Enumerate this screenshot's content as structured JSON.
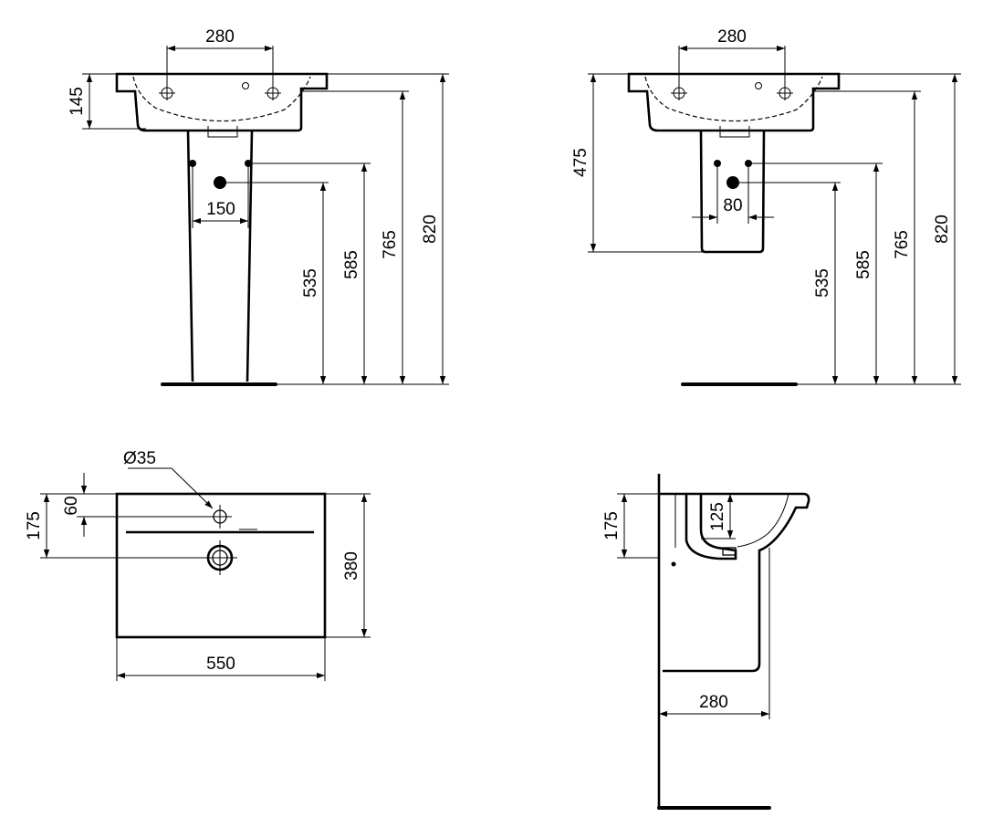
{
  "views": {
    "pedestal": {
      "tap_spacing": "280",
      "bowl_depth": "145",
      "inlet_spacing": "150",
      "waste_height": "535",
      "supply_height": "585",
      "bowl_height": "765",
      "rim_height": "820"
    },
    "semi_pedestal": {
      "tap_spacing": "280",
      "pedestal_drop": "475",
      "inlet_spacing": "80",
      "waste_height": "535",
      "supply_height": "585",
      "bowl_height": "765",
      "rim_height": "820"
    },
    "plan": {
      "tap_hole_diameter": "Ø35",
      "tap_offset": "60",
      "waste_offset": "175",
      "depth": "380",
      "width": "550"
    },
    "side": {
      "waste_offset": "175",
      "bowl_depth": "125",
      "projection": "280"
    }
  }
}
